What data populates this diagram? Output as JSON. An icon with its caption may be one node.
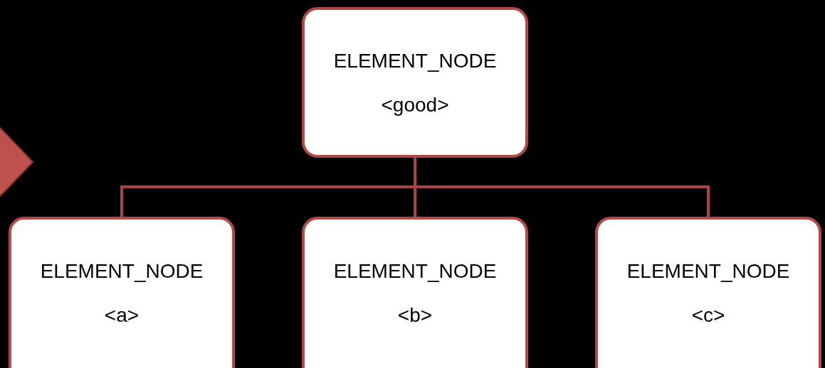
{
  "diagram": {
    "nodes": [
      {
        "text": [
          "ELEMENT_NODE",
          "<good>"
        ]
      },
      {
        "text": [
          "ELEMENT_NODE",
          "<a>"
        ]
      },
      {
        "text": [
          "ELEMENT_NODE",
          "<b>"
        ]
      },
      {
        "text": [
          "ELEMENT_NODE",
          "<c>"
        ]
      }
    ],
    "edges": [
      {
        "from": 0,
        "to": 1,
        "arrow": "none"
      },
      {
        "from": 0,
        "to": 2,
        "arrow": "none"
      },
      {
        "from": 0,
        "to": 3,
        "arrow": "none"
      }
    ]
  }
}
